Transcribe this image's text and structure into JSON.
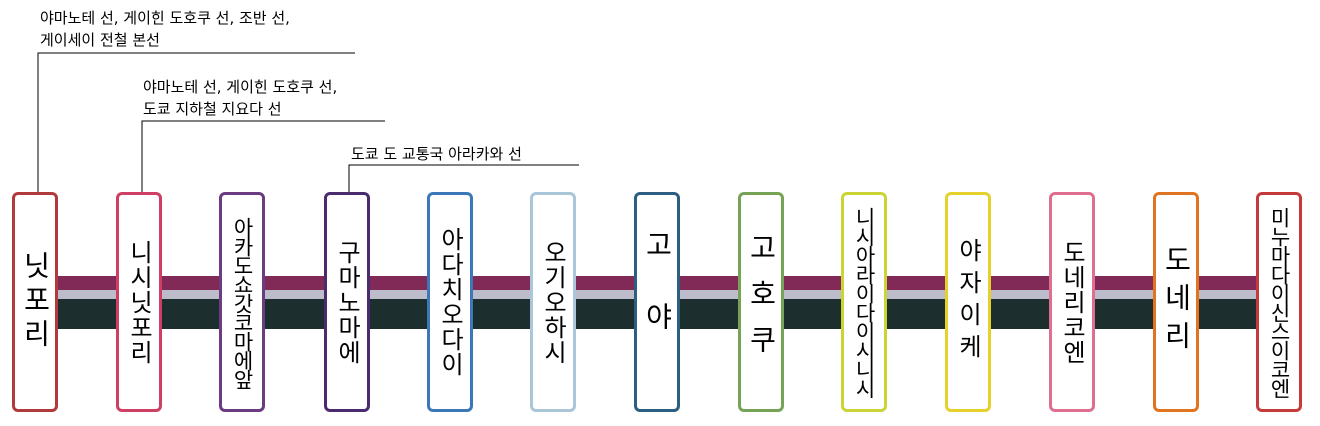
{
  "stations": [
    {
      "name": "닛포리",
      "color": "#b13a3d"
    },
    {
      "name": "니시닛포리",
      "color": "#cf3e63"
    },
    {
      "name": "아카도쇼갓코마에앞",
      "color": "#6b3c7f"
    },
    {
      "name": "구마노마에",
      "color": "#4a2c6e"
    },
    {
      "name": "아다치오다이",
      "color": "#3c78b8"
    },
    {
      "name": "오기오하시",
      "color": "#abc6d8"
    },
    {
      "name": "고야",
      "color": "#2b5e80"
    },
    {
      "name": "고호쿠",
      "color": "#76a355"
    },
    {
      "name": "니시아라이다이시니시",
      "color": "#c9d534"
    },
    {
      "name": "야자이케",
      "color": "#e6d02c"
    },
    {
      "name": "도네리코엔",
      "color": "#de6f8f"
    },
    {
      "name": "도네리",
      "color": "#e07421"
    },
    {
      "name": "미누마다이신스이코엔",
      "color": "#c53b3c"
    }
  ],
  "transfers": [
    {
      "lines": [
        "야마노테 선, 게이힌 도호쿠 선, 조반 선,",
        "게이세이 전철 본선"
      ]
    },
    {
      "lines": [
        "야마노테 선, 게이힌 도호쿠 선,",
        "도쿄 지하철 지요다 선"
      ]
    },
    {
      "lines": [
        "도쿄 도 교통국 아라카와 선"
      ]
    }
  ],
  "line_band_colors": [
    "#822a57",
    "#bcbccb",
    "#1c2e2d"
  ]
}
